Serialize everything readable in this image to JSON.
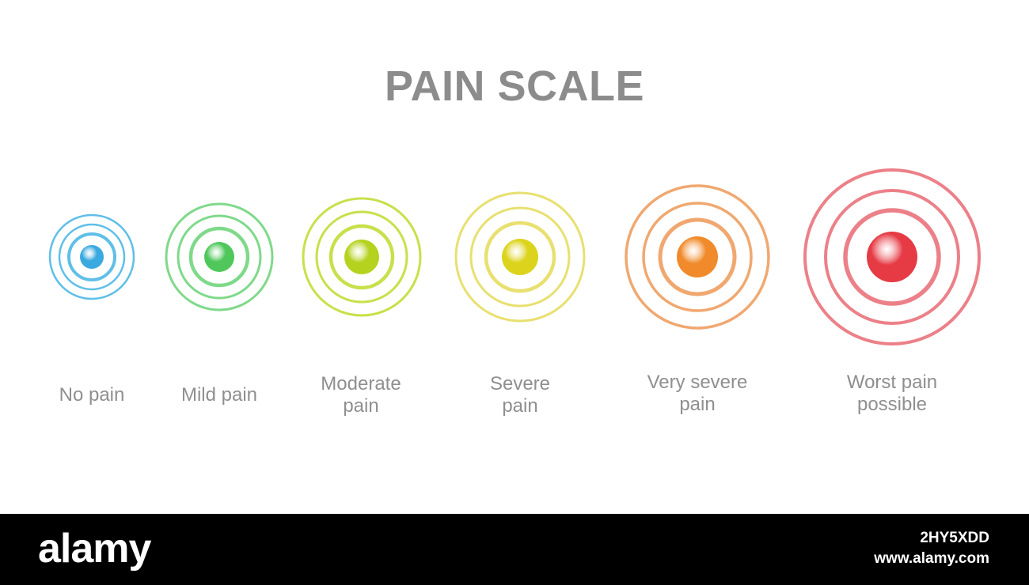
{
  "title": "PAIN SCALE",
  "levels": [
    {
      "label": "No pain",
      "color": "#5fbfe8",
      "core_color": "#3aa9e0"
    },
    {
      "label": "Mild pain",
      "color": "#7fd98a",
      "core_color": "#4fc75a"
    },
    {
      "label": "Moderate\npain",
      "color": "#c8e04a",
      "core_color": "#b5d21f"
    },
    {
      "label": "Severe\npain",
      "color": "#e8e070",
      "core_color": "#dcd31c"
    },
    {
      "label": "Very severe\npain",
      "color": "#f0a870",
      "core_color": "#f08a2a"
    },
    {
      "label": "Worst pain\npossible",
      "color": "#ec8088",
      "core_color": "#e63a44"
    }
  ],
  "footer": {
    "brand": "alamy",
    "image_id": "2HY5XDD",
    "url": "www.alamy.com"
  }
}
